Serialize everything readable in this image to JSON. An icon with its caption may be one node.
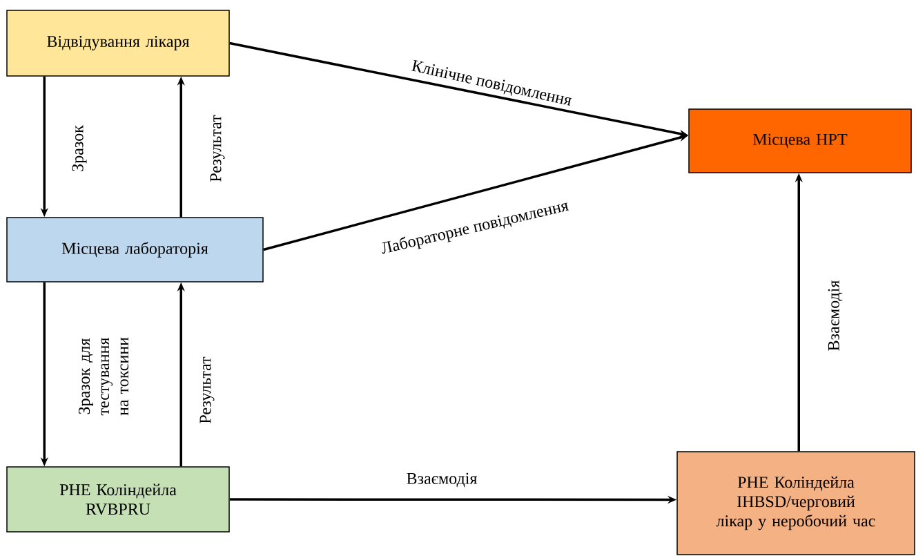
{
  "diagram": {
    "nodes": [
      {
        "text": [
          "Відвідування лікаря"
        ]
      },
      {
        "text": [
          "Місцева НРТ"
        ]
      },
      {
        "text": [
          "Місцева лабораторія"
        ]
      },
      {
        "text": [
          "PHE Коліндейла RVBPRU"
        ]
      },
      {
        "text": [
          "PHE Коліндейла IHBSD/черговий лікар у неробочий час"
        ]
      }
    ],
    "edges": [
      {
        "from": 0,
        "to": 2,
        "arrow": "to",
        "label": "Зразок"
      },
      {
        "from": 2,
        "to": 0,
        "arrow": "to",
        "label": "Результат"
      },
      {
        "from": 0,
        "to": 1,
        "arrow": "to",
        "label": "Клінічне повідомлення"
      },
      {
        "from": 2,
        "to": 1,
        "arrow": "to",
        "label": "Лабораторне повідомлення"
      },
      {
        "from": 2,
        "to": 3,
        "arrow": "to",
        "label": "Зразок для тестування на токсини"
      },
      {
        "from": 3,
        "to": 2,
        "arrow": "to",
        "label": "Результат"
      },
      {
        "from": 3,
        "to": 4,
        "arrow": "to",
        "label": "Взаємодія"
      },
      {
        "from": 4,
        "to": 1,
        "arrow": "to",
        "label": "Взаємодія"
      }
    ]
  }
}
